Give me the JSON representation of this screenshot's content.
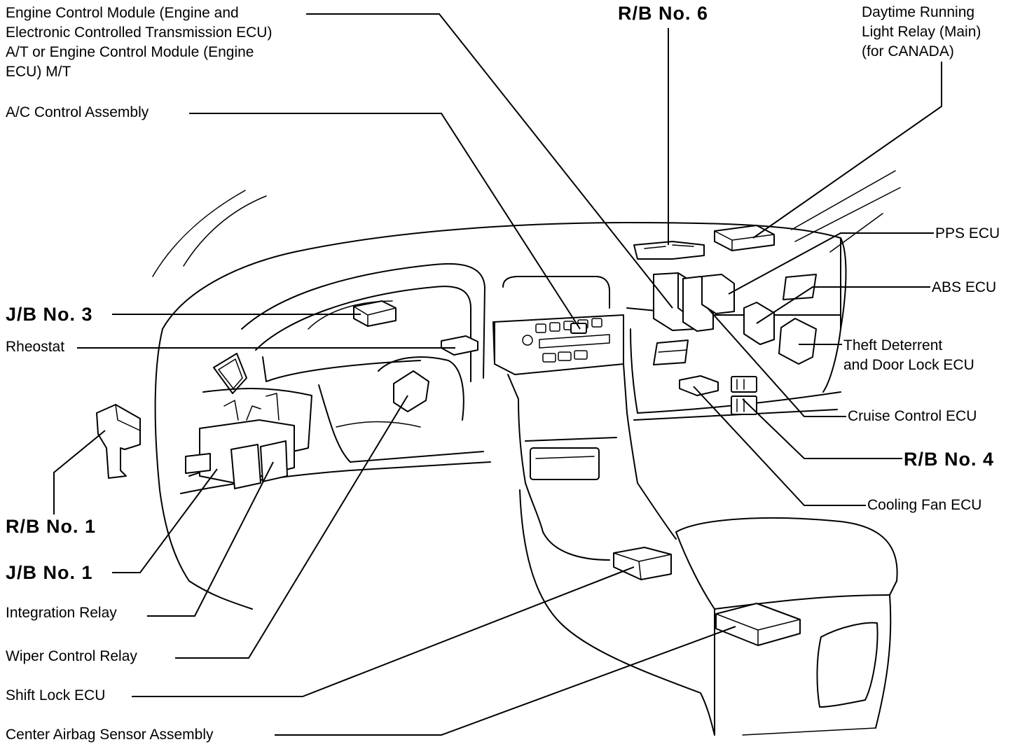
{
  "labels": {
    "ecm_line1": "Engine Control Module (Engine and",
    "ecm_line2": "Electronic Controlled Transmission ECU)",
    "ecm_line3": "A/T  or Engine Control Module (Engine",
    "ecm_line4": "ECU) M/T",
    "ac_control": "A/C Control Assembly",
    "rb6": "R/B No. 6",
    "drl_line1": "Daytime Running",
    "drl_line2": "Light Relay (Main)",
    "drl_line3": "(for CANADA)",
    "pps_ecu": "PPS ECU",
    "abs_ecu": "ABS ECU",
    "theft_line1": "Theft Deterrent",
    "theft_line2": "and Door Lock ECU",
    "cruise": "Cruise Control ECU",
    "rb4": "R/B No. 4",
    "cooling_fan": "Cooling Fan ECU",
    "jb3": "J/B No. 3",
    "rheostat": "Rheostat",
    "rb1": "R/B No. 1",
    "jb1": "J/B No. 1",
    "integration_relay": "Integration Relay",
    "wiper_relay": "Wiper Control Relay",
    "shift_lock": "Shift Lock ECU",
    "airbag_sensor": "Center Airbag Sensor Assembly"
  }
}
